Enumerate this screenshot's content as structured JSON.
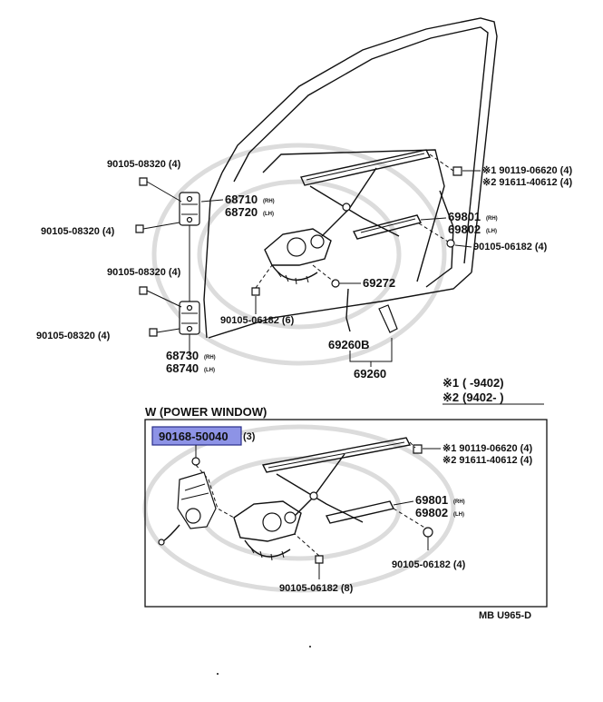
{
  "labels": {
    "upper_bolt_top": "90105-08320 (4)",
    "upper_bolt_left": "90105-08320 (4)",
    "lower_bolt_top": "90105-08320 (4)",
    "lower_bolt_left": "90105-08320 (4)",
    "upper_hinge_a": "68710",
    "upper_hinge_a_sfx": "(RH)",
    "upper_hinge_b": "68720",
    "upper_hinge_b_sfx": "(LH)",
    "lower_hinge_a": "68730",
    "lower_hinge_a_sfx": "(RH)",
    "lower_hinge_b": "68740",
    "lower_hinge_b_sfx": "(LH)",
    "top_bolt1": "※1 90119-06620 (4)",
    "top_bolt2": "※2 91611-40612 (4)",
    "channel_a": "69801",
    "channel_a_sfx": "(RH)",
    "channel_b": "69802",
    "channel_b_sfx": "(LH)",
    "right_bolt": "90105-06182 (4)",
    "part_69272": "69272",
    "bottom_bolt": "90105-06182 (6)",
    "part_69260b": "69260B",
    "part_69260": "69260",
    "note1_mark": "※1",
    "note1_range": "(        -9402)",
    "note2_mark": "※2",
    "note2_range": "(9402-        )",
    "section_title": "W (POWER WINDOW)",
    "pw_highlight": "90168-50040",
    "pw_highlight_qty": "(3)",
    "pw_bolt1": "※1 90119-06620 (4)",
    "pw_bolt2": "※2 91611-40612 (4)",
    "pw_channel_a": "69801",
    "pw_channel_a_sfx": "(RH)",
    "pw_channel_b": "69802",
    "pw_channel_b_sfx": "(LH)",
    "pw_right_bolt": "90105-06182 (4)",
    "pw_bottom_bolt": "90105-06182 (8)",
    "figure_code": "MB U965-D"
  },
  "colors": {
    "highlight_fill": "#8d93e6",
    "highlight_border": "#2a2f8a",
    "line": "#111111",
    "watermark": "#dcdcdc"
  }
}
